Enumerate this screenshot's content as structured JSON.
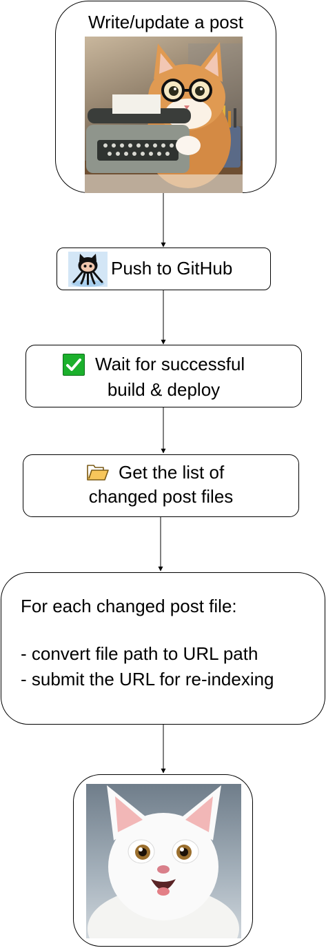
{
  "nodes": {
    "write": {
      "label": "Write/update a post",
      "image": "cat-at-typewriter"
    },
    "push": {
      "label": "Push to GitHub",
      "icon": "github-octocat"
    },
    "wait": {
      "line1": "Wait for successful",
      "line2": "build & deploy",
      "icon": "check-mark",
      "icon_color": "#1bb02c"
    },
    "list": {
      "line1": "Get the list of",
      "line2": "changed post files",
      "icon": "folder",
      "icon_color": "#f5b847"
    },
    "foreach": {
      "heading": "For each changed post file:",
      "items": [
        "- convert file path to URL path",
        "- submit the URL for re-indexing"
      ]
    },
    "final": {
      "image": "happy-white-cat"
    }
  }
}
